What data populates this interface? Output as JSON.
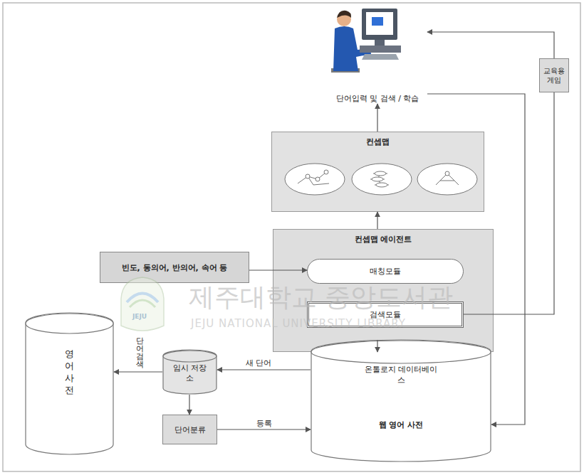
{
  "diagram": {
    "nodes": [
      {
        "text": [
          "단어입력 및 검색 / 학습"
        ]
      },
      {
        "text": [
          "교육용 게임"
        ]
      },
      {
        "text": [
          "컨셉맵"
        ]
      },
      {
        "text": [
          "컨셉맵 에이전트"
        ]
      },
      {
        "text": [
          "빈도, 동의어, 반의어, 속어 등"
        ]
      },
      {
        "text": [
          "매칭모듈"
        ],
        "in": 3
      },
      {
        "text": [
          "검색모듈"
        ],
        "in": 3
      },
      {
        "text": [
          "영어사전"
        ]
      },
      {
        "text": [
          "임시 저장소"
        ]
      },
      {
        "text": [
          "단어분류"
        ]
      },
      {
        "text": [
          "온톨로지 데이터베이스",
          "웹 영어 사전"
        ]
      }
    ],
    "edges": [
      {
        "from": 2,
        "to": 0,
        "arrow": "to"
      },
      {
        "from": 3,
        "to": 2,
        "arrow": "to"
      },
      {
        "from": 4,
        "to": 5,
        "arrow": "to"
      },
      {
        "from": 10,
        "to": 3,
        "arrow": "to"
      },
      {
        "from": 6,
        "to": 1,
        "arrow": "none"
      },
      {
        "from": 1,
        "to": 0,
        "arrow": "to"
      },
      {
        "from": 0,
        "to": 10,
        "arrow": "to"
      },
      {
        "from": 10,
        "to": 8,
        "label": "새 단어",
        "arrow": "to"
      },
      {
        "from": 8,
        "to": 7,
        "label": "단어검색",
        "arrow": "to"
      },
      {
        "from": 8,
        "to": 9,
        "arrow": "to"
      },
      {
        "from": 9,
        "to": 10,
        "label": "등록",
        "arrow": "to"
      }
    ],
    "labels": [
      "제주대학교 중앙도서관",
      "JEJU NATIONAL UNIVERSITY LIBRARY",
      "JEJU"
    ]
  }
}
